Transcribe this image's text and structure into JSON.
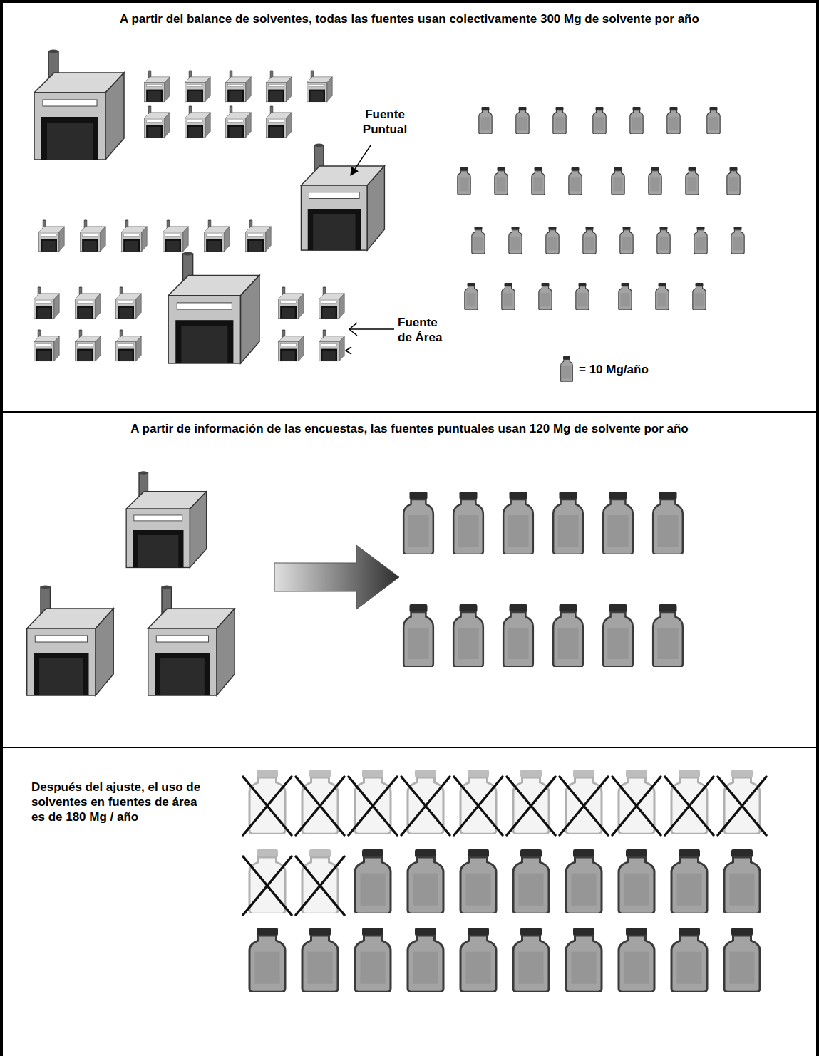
{
  "diagram": {
    "nodes": [
      {
        "text": [
          "A partir del balance de solventes, todas las fuentes usan colectivamente 300 Mg de solvente por año"
        ]
      },
      {
        "text": [
          "A partir de información de las encuestas, las fuentes puntuales usan 120 Mg de solvente por año"
        ]
      },
      {
        "text": [
          "Después del ajuste, el uso de solventes en fuentes de área es de 180 Mg / año"
        ]
      }
    ],
    "labels": [
      "Fuente Puntual",
      "Fuente de Área"
    ],
    "legend": [
      {
        "text": "= 10 Mg/año"
      }
    ]
  }
}
